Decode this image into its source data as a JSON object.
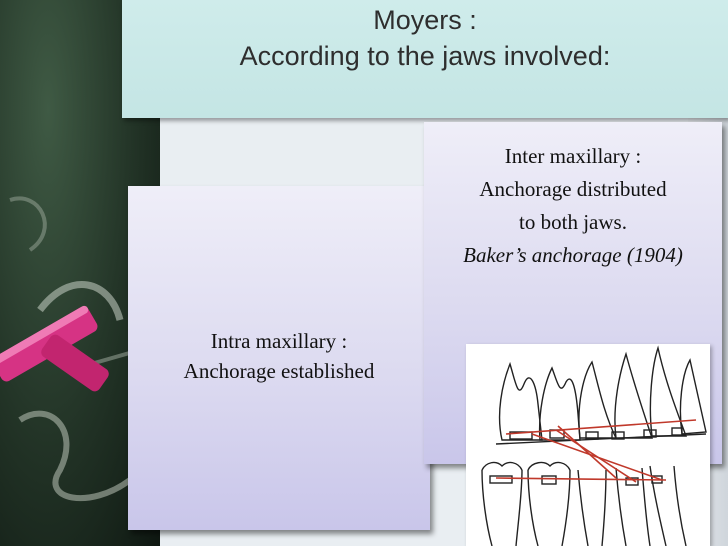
{
  "title": {
    "line1": "Moyers :",
    "line2": "According to the jaws involved:"
  },
  "intra": {
    "line1": "Intra maxillary :",
    "line2": "Anchorage established"
  },
  "inter": {
    "line1": "Inter maxillary :",
    "line2": "Anchorage distributed",
    "line3": "to both jaws.",
    "line4": "Baker’s anchorage (1904)"
  },
  "colors": {
    "title_bg": "#c4e5e4",
    "box_bg": "#dcdaf0",
    "elastic": "#c0392b",
    "chalk": "#d63384"
  },
  "icons": {
    "chalk": "chalk-icon",
    "diagram": "teeth-diagram-icon"
  }
}
